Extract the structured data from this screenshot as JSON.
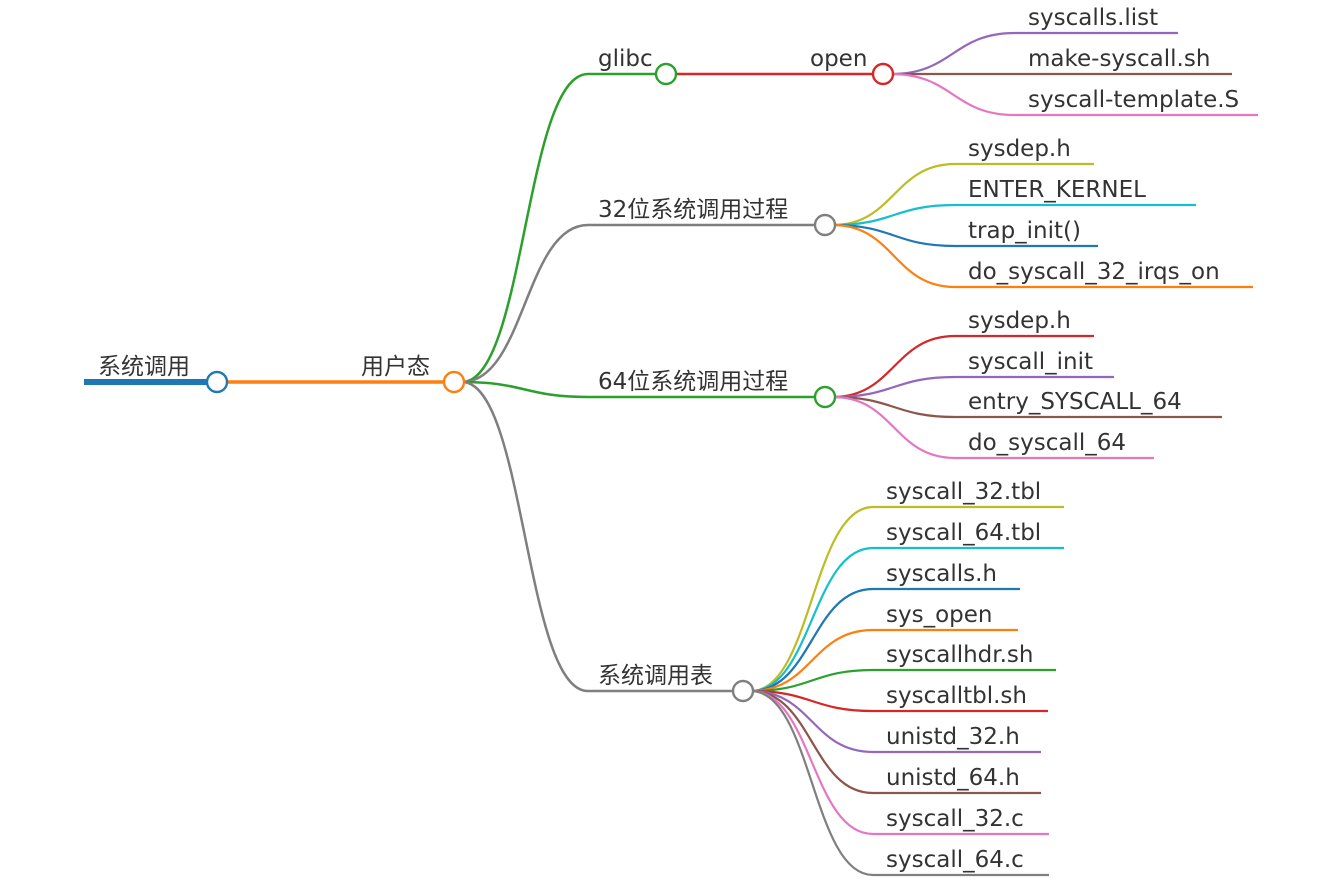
{
  "root": {
    "label": "系统调用",
    "color": "#1f77b4",
    "children": [
      {
        "label": "用户态",
        "color": "#ff7f0e",
        "children": [
          {
            "label": "glibc",
            "color": "#2ca02c",
            "children": [
              {
                "label": "open",
                "color": "#d62728",
                "children": [
                  {
                    "label": "syscalls.list",
                    "color": "#9467bd"
                  },
                  {
                    "label": "make-syscall.sh",
                    "color": "#8c564b"
                  },
                  {
                    "label": "syscall-template.S",
                    "color": "#e377c2"
                  }
                ]
              }
            ]
          },
          {
            "label": "32位系统调用过程",
            "color": "#7f7f7f",
            "children": [
              {
                "label": "sysdep.h",
                "color": "#bcbd22"
              },
              {
                "label": "ENTER_KERNEL",
                "color": "#17becf"
              },
              {
                "label": "trap_init()",
                "color": "#1f77b4"
              },
              {
                "label": "do_syscall_32_irqs_on",
                "color": "#ff7f0e"
              }
            ]
          },
          {
            "label": "64位系统调用过程",
            "color": "#2ca02c",
            "children": [
              {
                "label": "sysdep.h",
                "color": "#d62728"
              },
              {
                "label": "syscall_init",
                "color": "#9467bd"
              },
              {
                "label": "entry_SYSCALL_64",
                "color": "#8c564b"
              },
              {
                "label": "do_syscall_64",
                "color": "#e377c2"
              }
            ]
          },
          {
            "label": "系统调用表",
            "color": "#7f7f7f",
            "children": [
              {
                "label": "syscall_32.tbl",
                "color": "#bcbd22"
              },
              {
                "label": "syscall_64.tbl",
                "color": "#17becf"
              },
              {
                "label": "syscalls.h",
                "color": "#1f77b4"
              },
              {
                "label": "sys_open",
                "color": "#ff7f0e"
              },
              {
                "label": "syscallhdr.sh",
                "color": "#2ca02c"
              },
              {
                "label": "syscalltbl.sh",
                "color": "#d62728"
              },
              {
                "label": "unistd_32.h",
                "color": "#9467bd"
              },
              {
                "label": "unistd_64.h",
                "color": "#8c564b"
              },
              {
                "label": "syscall_32.c",
                "color": "#e377c2"
              },
              {
                "label": "syscall_64.c",
                "color": "#7f7f7f"
              }
            ]
          }
        ]
      }
    ]
  }
}
